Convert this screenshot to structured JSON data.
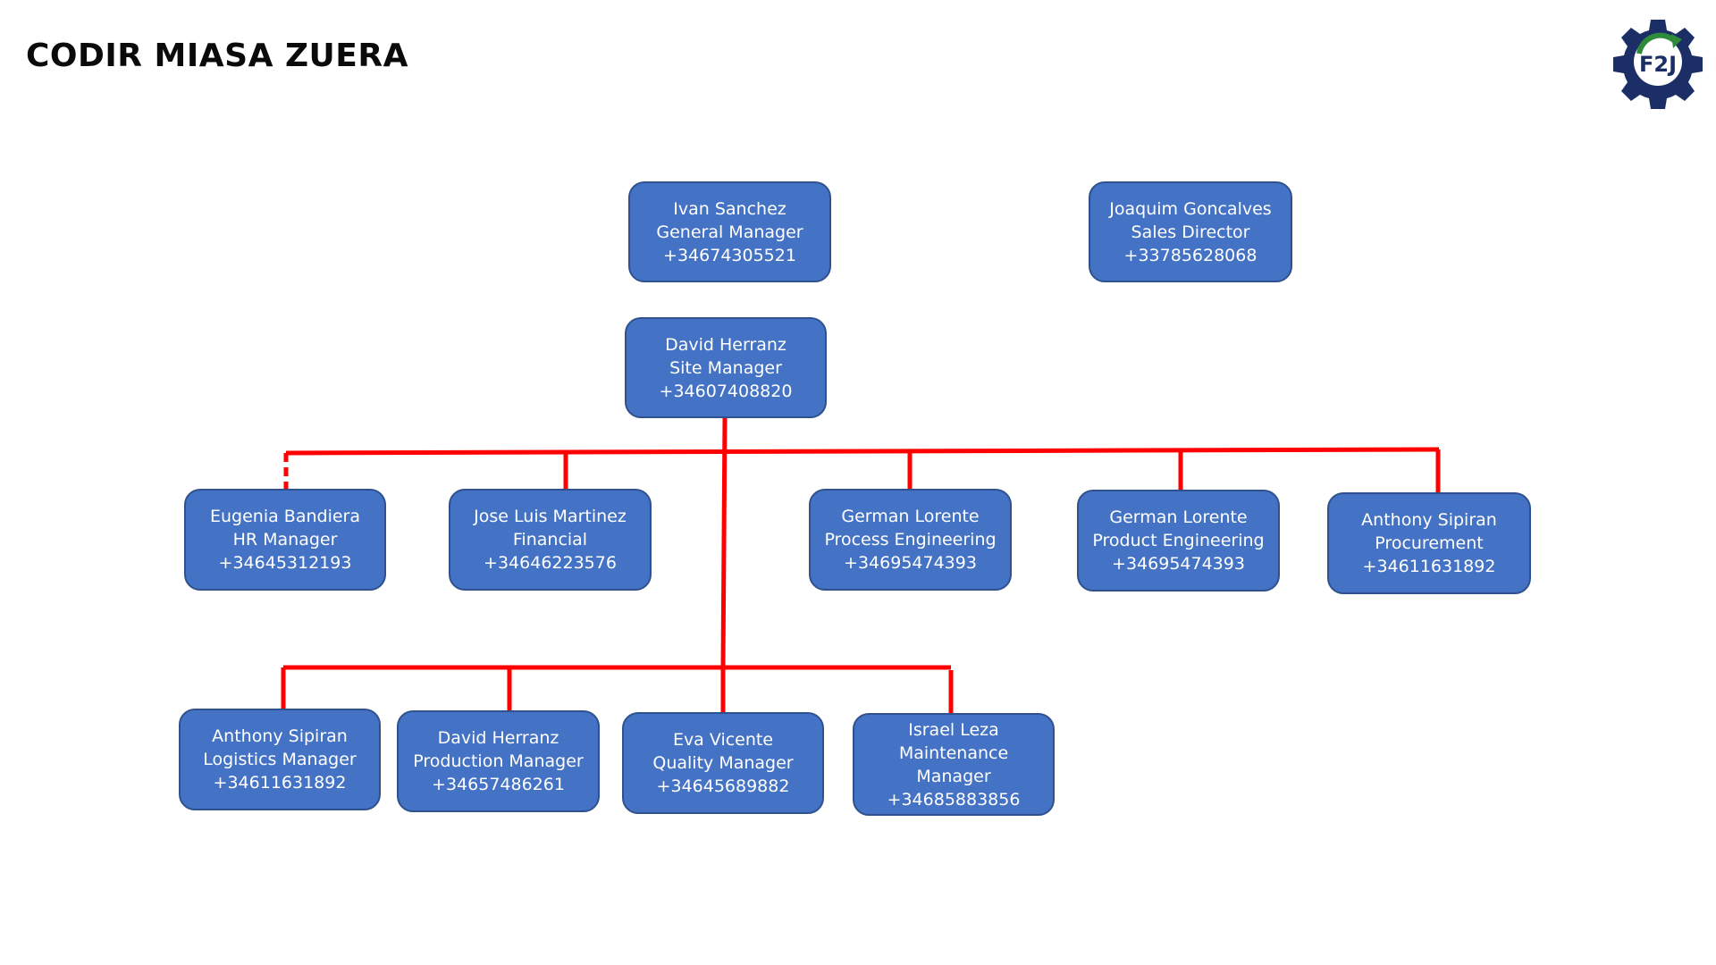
{
  "title": "CODIR MIASA ZUERA",
  "logo": {
    "text": "F2J",
    "icon": "gear-logo-icon",
    "colors": {
      "gear": "#1b2f66",
      "arrow": "#2e8b3a"
    }
  },
  "colors": {
    "box_fill": "#4472c4",
    "box_border": "#2f528f",
    "connector": "#ff0000",
    "text": "#ffffff"
  },
  "nodes": {
    "general_manager": {
      "name": "Ivan Sanchez",
      "role": "General Manager",
      "phone": "+34674305521"
    },
    "sales_director": {
      "name": "Joaquim Goncalves",
      "role": "Sales Director",
      "phone": "+33785628068"
    },
    "site_manager": {
      "name": "David Herranz",
      "role": "Site Manager",
      "phone": "+34607408820"
    },
    "hr_manager": {
      "name": "Eugenia Bandiera",
      "role": "HR Manager",
      "phone": "+34645312193"
    },
    "financial": {
      "name": "Jose Luis Martinez",
      "role": "Financial",
      "phone": "+34646223576"
    },
    "process_engineering": {
      "name": "German Lorente",
      "role": "Process Engineering",
      "phone": "+34695474393"
    },
    "product_engineering": {
      "name": "German Lorente",
      "role": "Product Engineering",
      "phone": "+34695474393"
    },
    "procurement": {
      "name": "Anthony Sipiran",
      "role": "Procurement",
      "phone": "+34611631892"
    },
    "logistics_manager": {
      "name": "Anthony Sipiran",
      "role": "Logistics Manager",
      "phone": "+34611631892"
    },
    "production_manager": {
      "name": "David Herranz",
      "role": "Production Manager",
      "phone": "+34657486261"
    },
    "quality_manager": {
      "name": "Eva Vicente",
      "role": "Quality Manager",
      "phone": "+34645689882"
    },
    "maintenance_manager": {
      "name": "Israel Leza",
      "role_line1": "Maintenance",
      "role_line2": "Manager",
      "phone": "+34685883856"
    }
  }
}
